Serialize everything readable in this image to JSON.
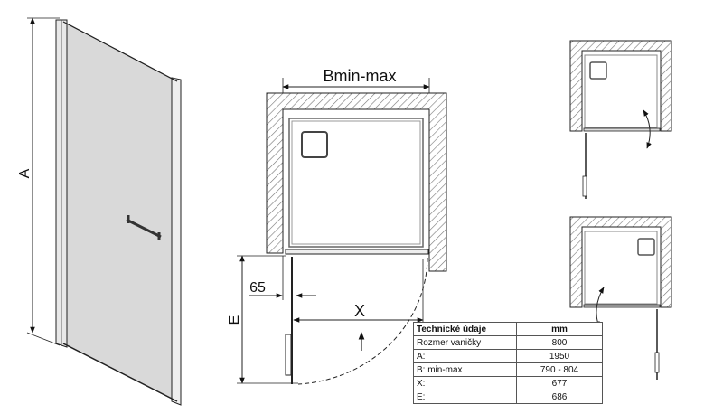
{
  "labels": {
    "A": "A",
    "B": "Bmin-max",
    "offset": "65",
    "X": "X",
    "E": "E"
  },
  "specs": {
    "header": [
      "Technické údaje",
      "mm"
    ],
    "rows": [
      [
        "Rozmer vaničky",
        "800"
      ],
      [
        "A:",
        "1950"
      ],
      [
        "B: min-max",
        "790 - 804"
      ],
      [
        "X:",
        "677"
      ],
      [
        "E:",
        "686"
      ]
    ]
  },
  "colors": {
    "line": "#222222",
    "hatch": "#666666",
    "glass": "#d9d9d9"
  },
  "icons": [
    "door-handle",
    "tray-drain",
    "swing-arrow",
    "direction-arrow"
  ]
}
